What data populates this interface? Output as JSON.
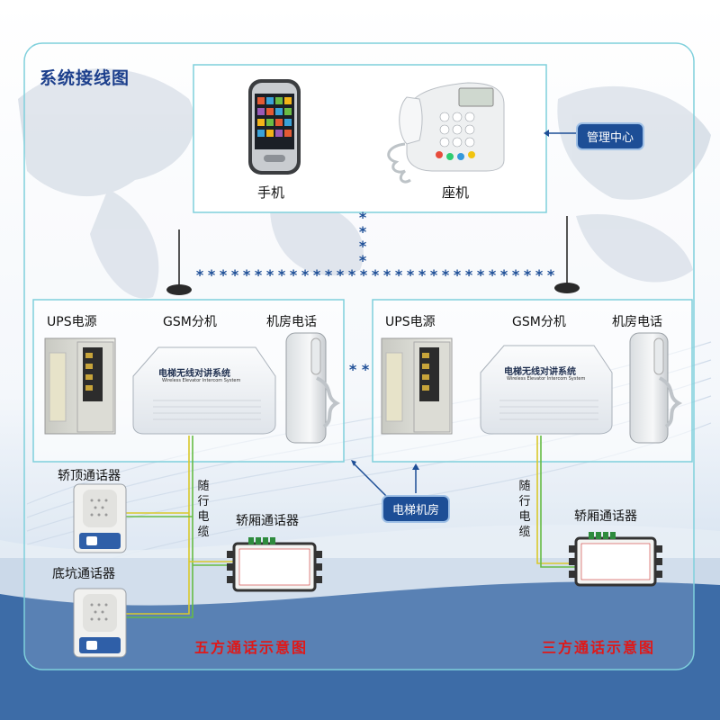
{
  "title": "系统接线图",
  "management": {
    "mobile_label": "手机",
    "landline_label": "座机",
    "center_tag": "管理中心"
  },
  "machine_room_left": {
    "ups": "UPS电源",
    "gsm": "GSM分机",
    "phone": "机房电话",
    "device_brand": "电梯无线对讲系统",
    "device_sub": "Wireless Elevator Intercom System"
  },
  "machine_room_right": {
    "ups": "UPS电源",
    "gsm": "GSM分机",
    "phone": "机房电话",
    "device_brand": "电梯无线对讲系统",
    "device_sub": "Wireless Elevator Intercom System"
  },
  "machine_room_tag": "电梯机房",
  "left_group": {
    "car_top": "轿顶通话器",
    "pit": "底坑通话器",
    "cable": "随行电缆",
    "car": "轿厢通话器",
    "caption": "五方通话示意图"
  },
  "right_group": {
    "cable": "随行电缆",
    "car": "轿厢通话器",
    "caption": "三方通话示意图"
  },
  "colors": {
    "title": "#1c3f8c",
    "tag_bg": "#1d4e96",
    "caption": "#e01818",
    "frame": "#7fd0dc",
    "bottom_band": "#3d6ca7"
  }
}
